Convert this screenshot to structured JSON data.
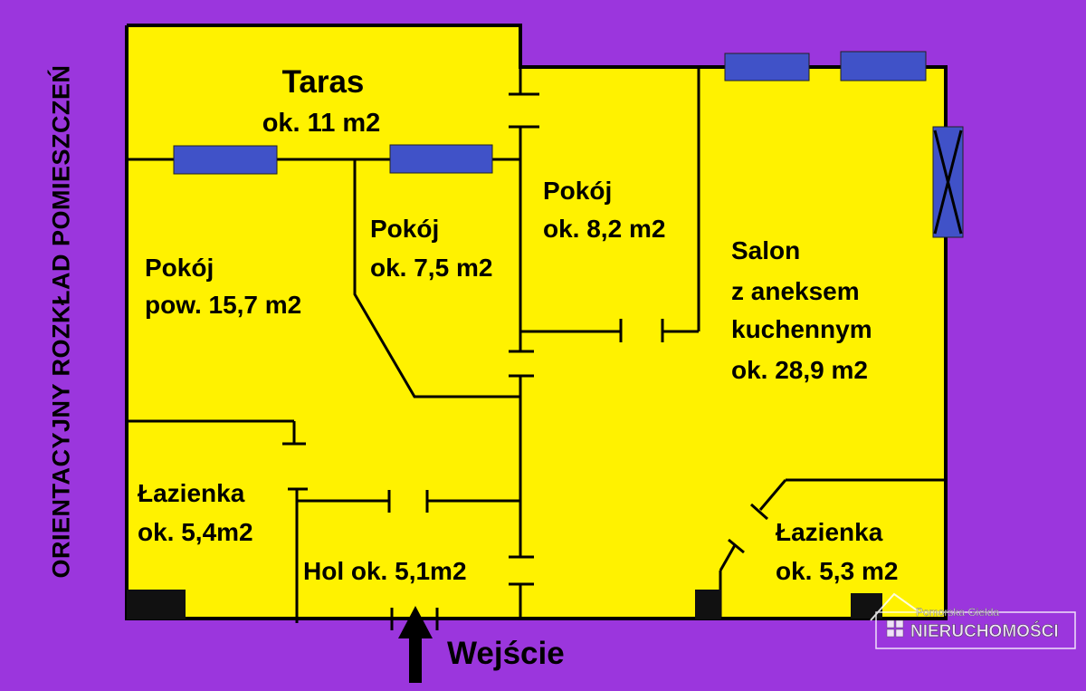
{
  "title": "ORIENTACYJNY ROZKŁAD POMIESZCZEŃ",
  "rooms": [
    {
      "name": "Taras",
      "area": "ok. 11 m2"
    },
    {
      "name": "Pokój",
      "area": "pow. 15,7 m2"
    },
    {
      "name": "Pokój",
      "area": "ok. 7,5 m2"
    },
    {
      "name": "Pokój",
      "area": "ok. 8,2 m2"
    },
    {
      "name_lines": [
        "Salon",
        "z aneksem",
        "kuchennym"
      ],
      "area": "ok. 28,9 m2"
    },
    {
      "name": "Łazienka",
      "area": "ok. 5,4m2"
    },
    {
      "label": "Hol ok. 5,1m2"
    },
    {
      "name": "Łazienka",
      "area": "ok. 5,3 m2"
    }
  ],
  "entrance_label": "Wejście",
  "watermark": {
    "line1": "Pomorska Giełda",
    "line2": "NIERUCHOMOŚCI"
  },
  "colors": {
    "background": "#9b36dd",
    "floor": "#fff200",
    "wall": "#000000",
    "window": "#4052c8"
  }
}
